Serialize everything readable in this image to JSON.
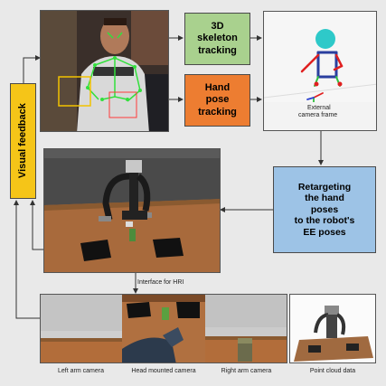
{
  "boxes": {
    "skeleton": [
      "3D",
      "skeleton",
      "tracking"
    ],
    "hand": [
      "Hand",
      "pose",
      "tracking"
    ],
    "visual_feedback": "Visual feedback",
    "retarget": [
      "Retargeting",
      "the hand",
      "poses",
      "to the robot's",
      "EE poses"
    ]
  },
  "labels": {
    "external_camera": [
      "External",
      "camera frame"
    ],
    "interface": "Interface for HRI"
  },
  "cameras": [
    "Left arm camera",
    "Head mounted camera",
    "Right arm camera",
    "Point cloud data"
  ],
  "colors": {
    "skeleton_box": "#a9d18e",
    "hand_box": "#ed7d31",
    "visual_box": "#f5c518",
    "retarget_box": "#9dc3e6",
    "tracking_green": "#32e03c",
    "hand_box_yellow": "#f2c200"
  }
}
